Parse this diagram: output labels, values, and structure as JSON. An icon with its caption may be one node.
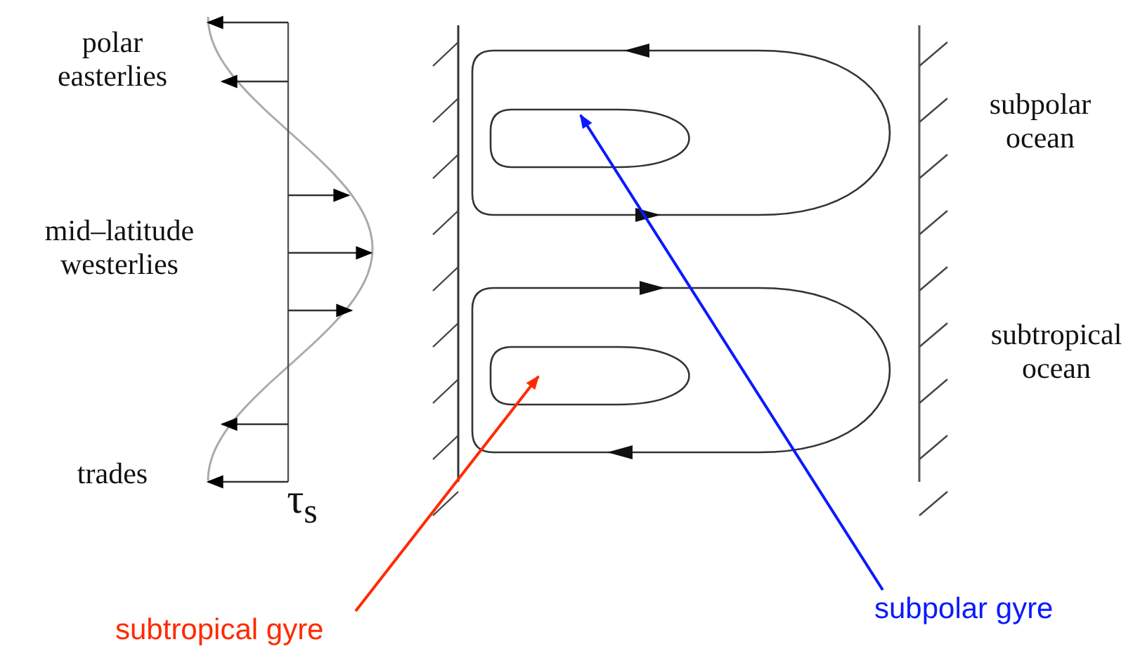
{
  "diagram": {
    "nodes": [
      {
        "text": [
          "subtropical gyre"
        ]
      },
      {
        "text": [
          "subpolar gyre"
        ]
      }
    ],
    "edges": [
      {
        "from": 0,
        "to": null,
        "arrow": "to",
        "color": "#ff2a00"
      },
      {
        "from": 1,
        "to": null,
        "arrow": "to",
        "color": "#0a1aff"
      }
    ],
    "labels": [
      "polar easterlies",
      "mid–latitude westerlies",
      "trades",
      "τ$_{s}$",
      "subpolar ocean",
      "subtropical ocean"
    ]
  }
}
